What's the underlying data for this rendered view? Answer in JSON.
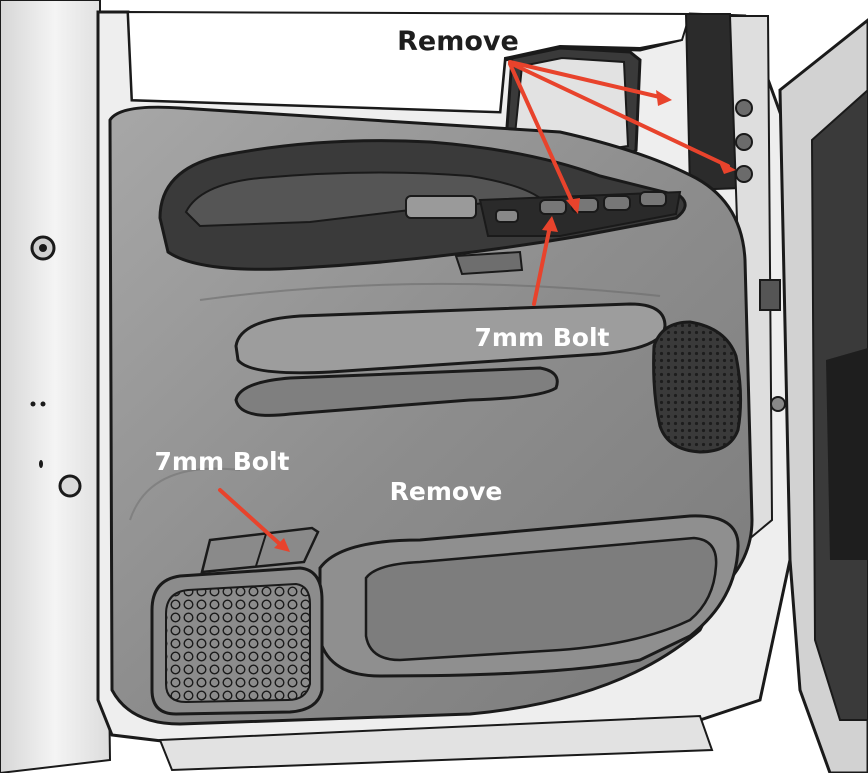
{
  "labels": {
    "remove_top": "Remove",
    "bolt_handle": "7mm Bolt",
    "bolt_lower": "7mm Bolt",
    "remove_panel": "Remove"
  },
  "colors": {
    "arrow": "#e8432c",
    "panel": "#8e8e8e",
    "panel_dark": "#3e3e3e",
    "outline": "#1a1a1a",
    "door_frame": "#e9e9e9"
  }
}
